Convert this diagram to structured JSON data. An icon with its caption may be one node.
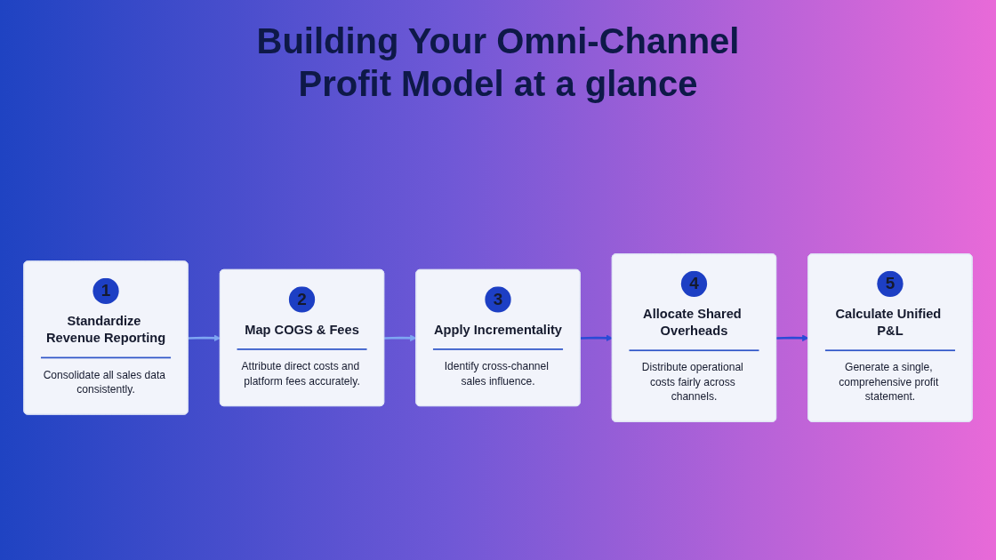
{
  "diagram": {
    "title": "Building Your Omni-Channel Profit Model at a glance",
    "nodes": [
      {
        "text": [
          "1",
          "Standardize Revenue Reporting",
          "Consolidate all sales data consistently."
        ]
      },
      {
        "text": [
          "2",
          "Map COGS & Fees",
          "Attribute direct costs and platform fees accurately."
        ]
      },
      {
        "text": [
          "3",
          "Apply Incrementality",
          "Identify cross-channel sales influence."
        ]
      },
      {
        "text": [
          "4",
          "Allocate Shared Overheads",
          "Distribute operational costs fairly across channels."
        ]
      },
      {
        "text": [
          "5",
          "Calculate Unified P&L",
          "Generate a single, comprehensive profit statement."
        ]
      }
    ],
    "edges": [
      {
        "from": 0,
        "to": 1,
        "arrow": "to",
        "color": "#7ea6f2"
      },
      {
        "from": 1,
        "to": 2,
        "arrow": "to",
        "color": "#7ea6f2"
      },
      {
        "from": 2,
        "to": 3,
        "arrow": "to",
        "color": "#2a4bd6"
      },
      {
        "from": 3,
        "to": 4,
        "arrow": "to",
        "color": "#2a4bd6"
      }
    ]
  }
}
